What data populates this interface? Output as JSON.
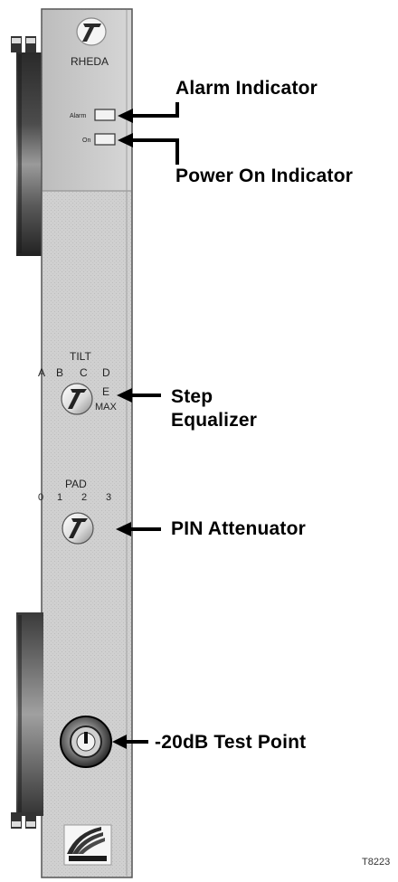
{
  "module": {
    "brand_label": "RHEDA",
    "alarm_led_label": "Alarm",
    "on_led_label": "On",
    "tilt": {
      "title": "TILT",
      "positions": [
        "A",
        "B",
        "C",
        "D",
        "E",
        "MAX"
      ]
    },
    "pad": {
      "title": "PAD",
      "positions": [
        "0",
        "1",
        "2",
        "3"
      ]
    }
  },
  "callouts": {
    "alarm_indicator": "Alarm Indicator",
    "power_on_indicator": "Power On Indicator",
    "step_equalizer_line1": "Step",
    "step_equalizer_line2": "Equalizer",
    "pin_attenuator": "PIN Attenuator",
    "test_point": "-20dB Test Point"
  },
  "figure_id": "T8223",
  "icons": [
    "brand-logo-icon",
    "arrow-icon",
    "knob-icon",
    "test-point-icon",
    "manufacturer-logo-icon"
  ]
}
